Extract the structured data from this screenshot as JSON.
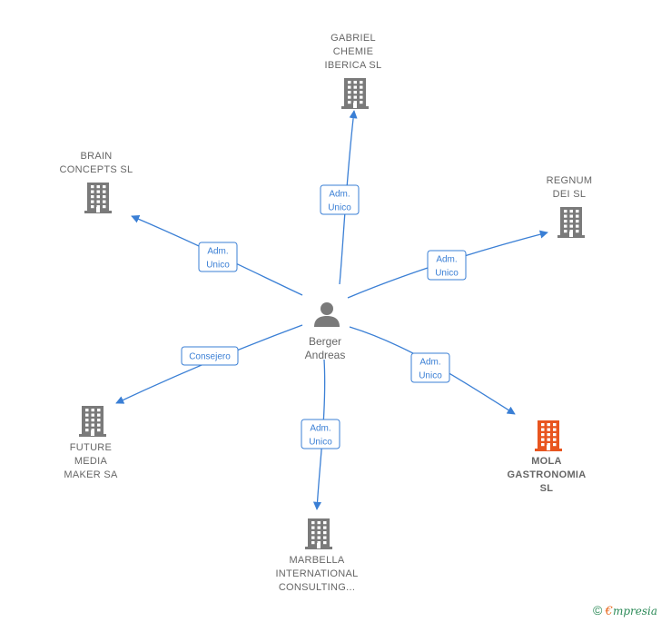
{
  "colors": {
    "edge": "#3a7fd5",
    "building": "#7a7a7a",
    "highlight": "#e8551f",
    "person": "#7a7a7a"
  },
  "center": {
    "name": "Berger\nAndreas",
    "icon": "person-icon"
  },
  "nodes": [
    {
      "id": "gabriel",
      "label": "GABRIEL\nCHEMIE\nIBERICA  SL",
      "icon": "building-icon",
      "highlight": false
    },
    {
      "id": "brain",
      "label": "BRAIN\nCONCEPTS  SL",
      "icon": "building-icon",
      "highlight": false
    },
    {
      "id": "regnum",
      "label": "REGNUM\nDEI  SL",
      "icon": "building-icon",
      "highlight": false
    },
    {
      "id": "future",
      "label": "FUTURE\nMEDIA\nMAKER SA",
      "icon": "building-icon",
      "highlight": false
    },
    {
      "id": "mola",
      "label": "MOLA\nGASTRONOMIA\nSL",
      "icon": "building-icon",
      "highlight": true
    },
    {
      "id": "marbella",
      "label": "MARBELLA\nINTERNATIONAL\nCONSULTING...",
      "icon": "building-icon",
      "highlight": false
    }
  ],
  "edges": [
    {
      "to": "gabriel",
      "label": [
        "Adm.",
        "Unico"
      ]
    },
    {
      "to": "brain",
      "label": [
        "Adm.",
        "Unico"
      ]
    },
    {
      "to": "regnum",
      "label": [
        "Adm.",
        "Unico"
      ]
    },
    {
      "to": "future",
      "label": [
        "Consejero"
      ]
    },
    {
      "to": "mola",
      "label": [
        "Adm.",
        "Unico"
      ]
    },
    {
      "to": "marbella",
      "label": [
        "Adm.",
        "Unico"
      ]
    }
  ],
  "footer": {
    "copyright": "©",
    "brand_first": "€",
    "brand_rest": "mpresia"
  }
}
